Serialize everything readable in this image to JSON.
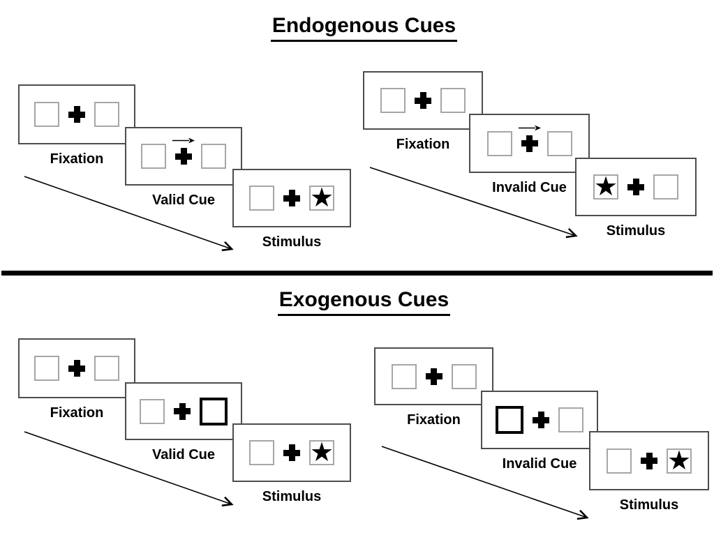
{
  "diagram": {
    "kind": "attention-cueing-paradigm",
    "sections": [
      {
        "title": "Endogenous Cues",
        "groups": [
          {
            "name": "valid-trial-sequence",
            "panels": [
              {
                "label": "Fixation",
                "left_box": "empty",
                "right_box": "empty",
                "cue_arrow": false
              },
              {
                "label": "Valid Cue",
                "left_box": "empty",
                "right_box": "empty",
                "cue_arrow": true
              },
              {
                "label": "Stimulus",
                "left_box": "empty",
                "right_box": "star",
                "cue_arrow": false
              }
            ]
          },
          {
            "name": "invalid-trial-sequence",
            "panels": [
              {
                "label": "Fixation",
                "left_box": "empty",
                "right_box": "empty",
                "cue_arrow": false
              },
              {
                "label": "Invalid Cue",
                "left_box": "empty",
                "right_box": "empty",
                "cue_arrow": true
              },
              {
                "label": "Stimulus",
                "left_box": "star",
                "right_box": "empty",
                "cue_arrow": false
              }
            ]
          }
        ]
      },
      {
        "title": "Exogenous Cues",
        "groups": [
          {
            "name": "valid-trial-sequence",
            "panels": [
              {
                "label": "Fixation",
                "left_box": "empty",
                "right_box": "empty",
                "cue_arrow": false
              },
              {
                "label": "Valid Cue",
                "left_box": "empty",
                "right_box": "bold",
                "cue_arrow": false
              },
              {
                "label": "Stimulus",
                "left_box": "empty",
                "right_box": "star",
                "cue_arrow": false
              }
            ]
          },
          {
            "name": "invalid-trial-sequence",
            "panels": [
              {
                "label": "Fixation",
                "left_box": "empty",
                "right_box": "empty",
                "cue_arrow": false
              },
              {
                "label": "Invalid Cue",
                "left_box": "bold",
                "right_box": "empty",
                "cue_arrow": false
              },
              {
                "label": "Stimulus",
                "left_box": "empty",
                "right_box": "star",
                "cue_arrow": false
              }
            ]
          }
        ]
      }
    ]
  },
  "icons": {
    "star": "★",
    "cue_arrow_direction": "right"
  },
  "colors": {
    "background": "#ffffff",
    "ink": "#000000",
    "panel_border": "#4d4d4d",
    "box_border": "#a6a6a6"
  }
}
